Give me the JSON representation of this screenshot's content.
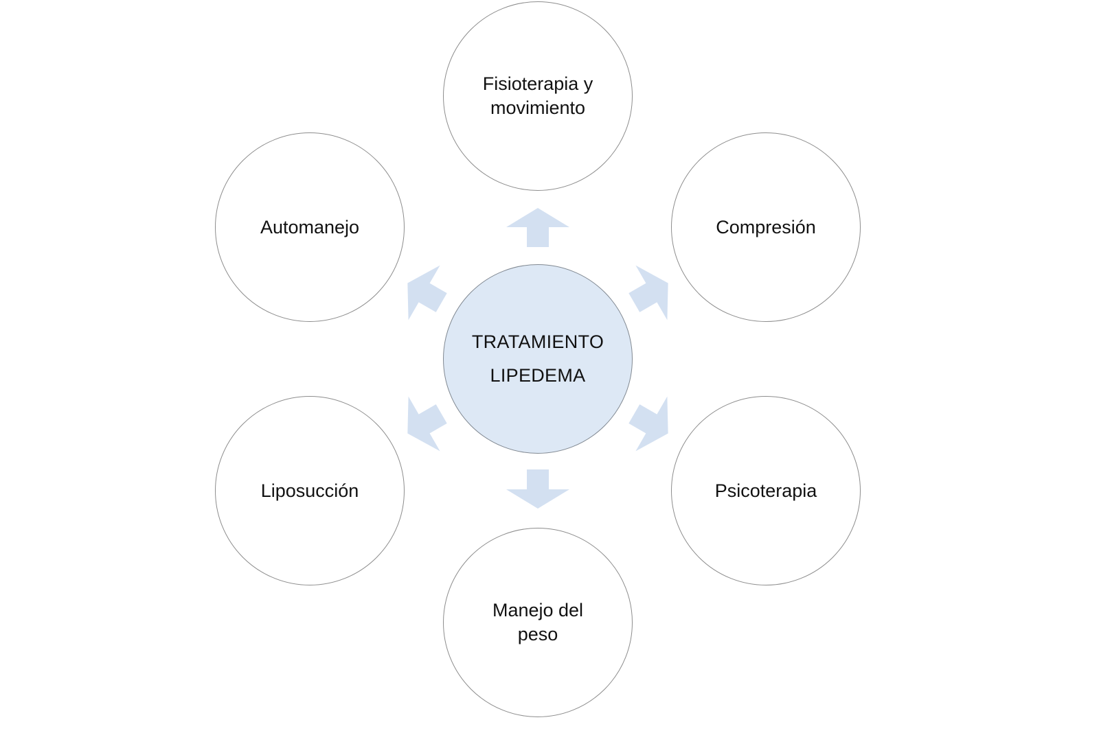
{
  "diagram": {
    "center": {
      "label": "TRATAMIENTO\nLIPEDEMA"
    },
    "nodes": [
      {
        "label": "Fisioterapia y\nmovimiento"
      },
      {
        "label": "Compresión"
      },
      {
        "label": "Psicoterapia"
      },
      {
        "label": "Manejo del\npeso"
      },
      {
        "label": "Liposucción"
      },
      {
        "label": "Automanejo"
      }
    ],
    "colors": {
      "center_fill": "#dde8f5",
      "arrow_fill": "#d3e0f1",
      "circle_stroke": "#8c8c8c"
    }
  }
}
